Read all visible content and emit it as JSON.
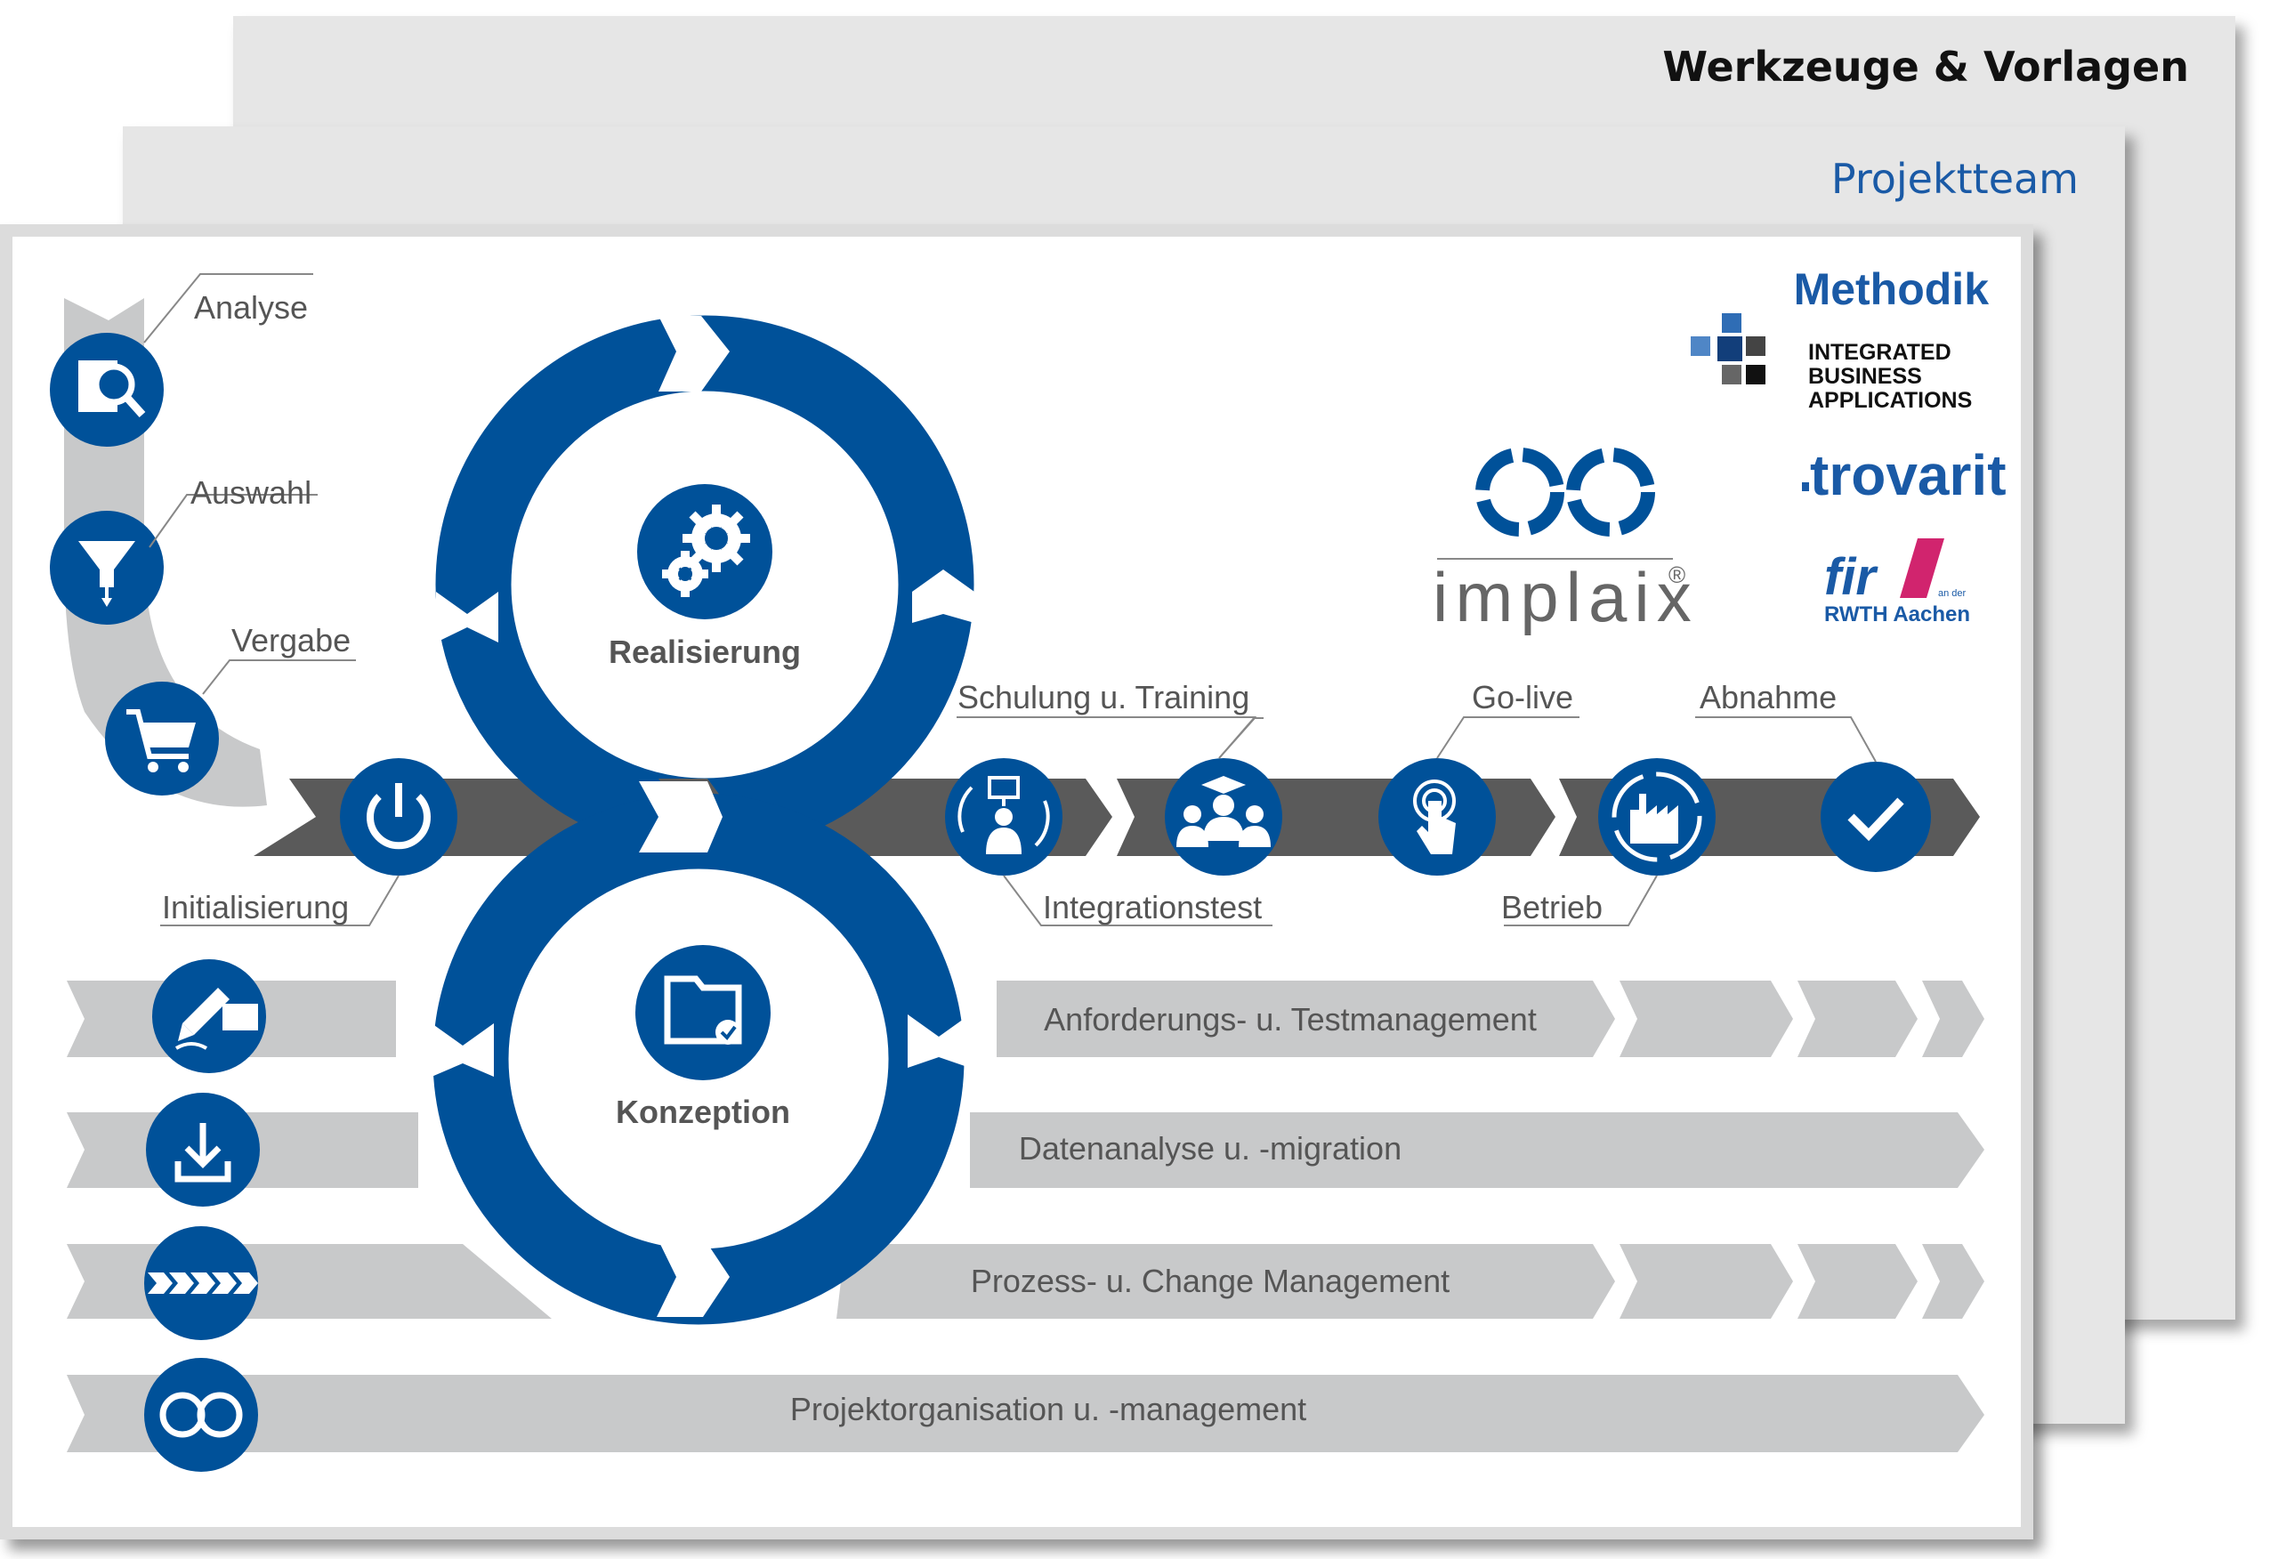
{
  "tabs": {
    "back_title": "Werkzeuge & Vorlagen",
    "middle_title": "Projektteam",
    "front_title": "Methodik"
  },
  "logos": {
    "iba_text": [
      "INTEGRATED",
      "BUSINESS",
      "APPLICATIONS"
    ],
    "trovarit": "trovarit",
    "implaix": "implaix",
    "implaix_mark": "®",
    "fir": "fir",
    "fir_small": [
      "an der"
    ],
    "fir_sub": "RWTH Aachen"
  },
  "selection_steps": [
    {
      "label": "Analyse",
      "icon": "magnifier-document-icon"
    },
    {
      "label": "Auswahl",
      "icon": "funnel-icon"
    },
    {
      "label": "Vergabe",
      "icon": "shopping-cart-icon"
    }
  ],
  "loop": {
    "upper_label": "Realisierung",
    "lower_label": "Konzeption",
    "upper_icon": "gears-icon",
    "lower_icon": "folder-check-icon"
  },
  "timeline": [
    {
      "label": "Initialisierung",
      "icon": "power-icon"
    },
    {
      "label": "Integrationstest",
      "icon": "integration-test-icon"
    },
    {
      "label": "Schulung u. Training",
      "icon": "training-icon"
    },
    {
      "label": "Go-live",
      "icon": "touch-icon"
    },
    {
      "label": "Betrieb",
      "icon": "factory-cycle-icon"
    },
    {
      "label": "Abnahme",
      "icon": "checkmark-icon"
    }
  ],
  "workstreams": [
    {
      "label": "Anforderungs- u. Testmanagement",
      "icon": "signature-icon"
    },
    {
      "label": "Datenanalyse u. -migration",
      "icon": "download-icon"
    },
    {
      "label": "Prozess- u. Change Management",
      "icon": "chevrons-icon"
    },
    {
      "label": "Projektorganisation u. -management",
      "icon": "infinity-icon"
    }
  ],
  "colors": {
    "blue": "#005199",
    "dark_gray": "#5a5a5a",
    "light_gray": "#c8c9ca",
    "text_gray": "#555555"
  }
}
